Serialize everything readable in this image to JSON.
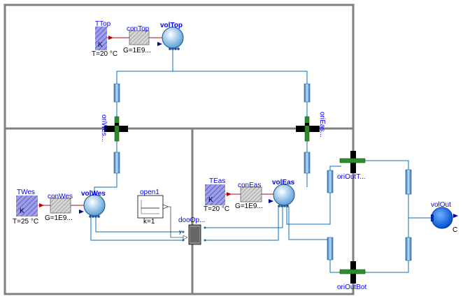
{
  "components": {
    "TTop": {
      "name": "TTop",
      "param": "T=20 °C",
      "icon_letter": "K"
    },
    "conTop": {
      "name": "conTop",
      "param": "G=1E9..."
    },
    "volTop": {
      "name": "volTop"
    },
    "TWes": {
      "name": "TWes",
      "param": "T=25 °C",
      "icon_letter": "K"
    },
    "conWes": {
      "name": "conWes",
      "param": "G=1E9..."
    },
    "volWes": {
      "name": "volWes"
    },
    "TEas": {
      "name": "TEas",
      "param": "T=20 °C",
      "icon_letter": "K"
    },
    "conEas": {
      "name": "conEas",
      "param": "G=1E9..."
    },
    "volEas": {
      "name": "volEas"
    },
    "open1": {
      "name": "open1",
      "param": "k=1"
    },
    "dooOp": {
      "name": "dooOp...",
      "port_label": "y"
    },
    "volOut": {
      "name": "volOut",
      "param": "C"
    },
    "oriWes": {
      "name": "oriWes..."
    },
    "oriEas": {
      "name": "oriEas..."
    },
    "oriOutTop": {
      "name": "oriOutT..."
    },
    "oriOutBot": {
      "name": "oriOutBot"
    }
  },
  "colors": {
    "wall": "#808080",
    "fluid_line": "#0070c0",
    "heat_line": "#c00000",
    "label_blue": "#0000ff",
    "pipe": "#99ccff",
    "orifice": "#2e8b2e"
  }
}
